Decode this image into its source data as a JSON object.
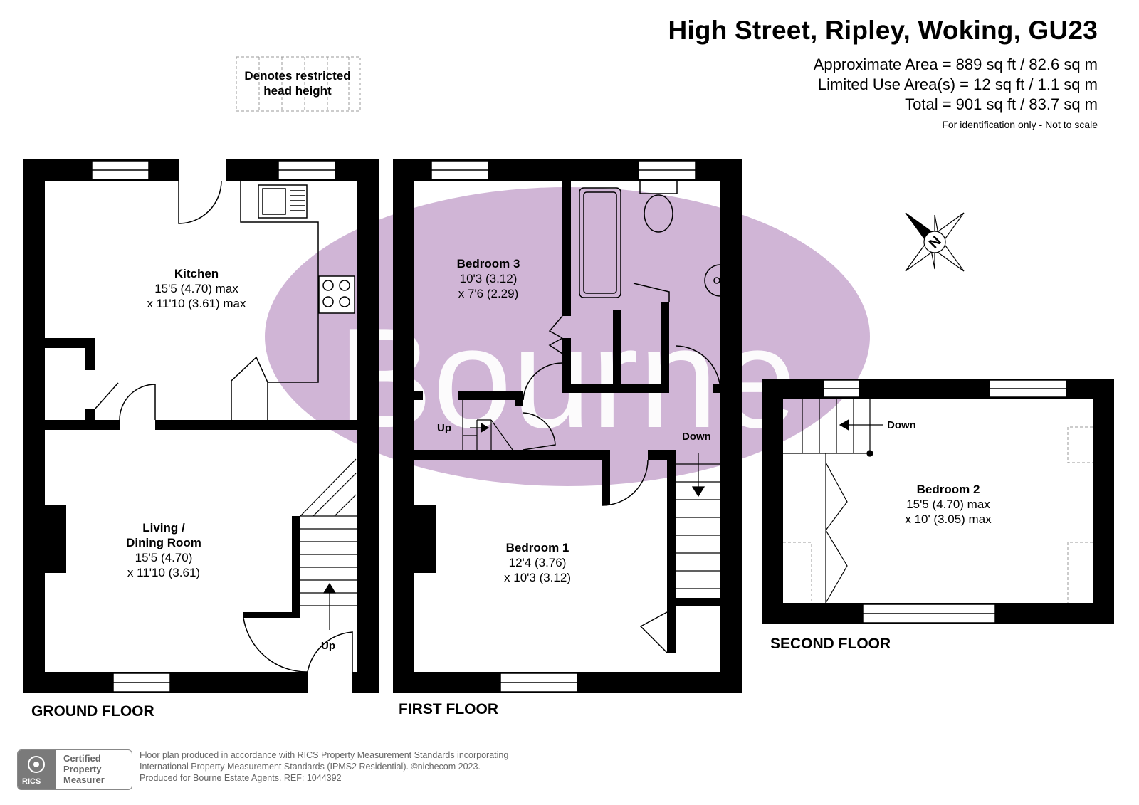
{
  "header": {
    "title": "High Street, Ripley, Woking, GU23",
    "approx_area": "Approximate Area = 889 sq ft / 82.6 sq m",
    "limited_use": "Limited Use Area(s) = 12 sq ft / 1.1 sq m",
    "total": "Total = 901 sq ft / 83.7 sq m",
    "identification": "For identification only - Not to scale"
  },
  "legend": {
    "line1": "Denotes restricted",
    "line2": "head height"
  },
  "watermark": {
    "text": "Bourne",
    "color": "#c8a8cf"
  },
  "compass": {
    "label": "N"
  },
  "floors": {
    "ground": "GROUND FLOOR",
    "first": "FIRST FLOOR",
    "second": "SECOND FLOOR"
  },
  "rooms": {
    "kitchen": {
      "name": "Kitchen",
      "dim1": "15'5 (4.70) max",
      "dim2": "x 11'10 (3.61) max"
    },
    "living": {
      "name1": "Living /",
      "name2": "Dining Room",
      "dim1": "15'5 (4.70)",
      "dim2": "x 11'10 (3.61)"
    },
    "bedroom3": {
      "name": "Bedroom 3",
      "dim1": "10'3 (3.12)",
      "dim2": "x 7'6 (2.29)"
    },
    "bedroom1": {
      "name": "Bedroom 1",
      "dim1": "12'4 (3.76)",
      "dim2": "x 10'3 (3.12)"
    },
    "bedroom2": {
      "name": "Bedroom 2",
      "dim1": "15'5 (4.70) max",
      "dim2": "x 10' (3.05) max"
    }
  },
  "stairs": {
    "ground_up": "Up",
    "first_up": "Up",
    "first_down": "Down",
    "second_down": "Down"
  },
  "footer": {
    "line1": "Floor plan produced in accordance with RICS Property Measurement Standards incorporating",
    "line2": "International Property Measurement Standards (IPMS2 Residential).   ©nichecom 2023.",
    "line3": "Produced for Bourne Estate Agents.   REF:  1044392",
    "badge_line1": "Certified",
    "badge_line2": "Property",
    "badge_line3": "Measurer",
    "badge_logo": "RICS"
  }
}
